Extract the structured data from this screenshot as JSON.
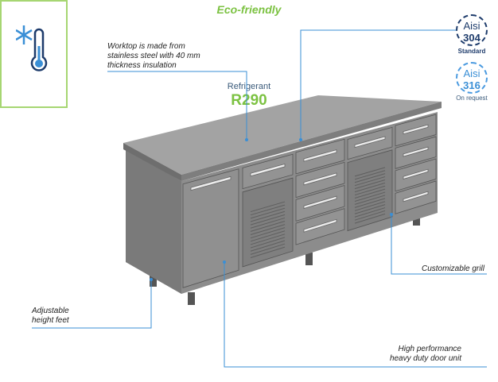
{
  "badge": {
    "title": "Eco-friendly",
    "label": "Refrigerant",
    "value": "R290",
    "icon": "snowflake-thermometer-icon"
  },
  "materials": [
    {
      "name": "Aisi",
      "grade": "304",
      "note": "Standard",
      "color": "#1d3b6b"
    },
    {
      "name": "Aisi",
      "grade": "316",
      "note": "On request",
      "color": "#3a8fd6"
    }
  ],
  "callouts": {
    "worktop": [
      "Worktop is made from",
      "stainless steel with 40 mm",
      "thickness insulation"
    ],
    "grill": "Customizable grill",
    "feet": [
      "Adjustable",
      "height feet"
    ],
    "door": [
      "High performance",
      "heavy duty door unit"
    ]
  },
  "colors": {
    "line": "#3a8fd6",
    "green": "#7cc242"
  }
}
